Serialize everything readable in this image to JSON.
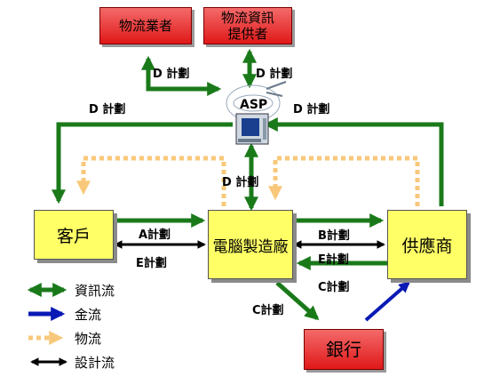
{
  "nodes": {
    "logistics_provider": "物流業者",
    "logistics_info_line1": "物流資訊",
    "logistics_info_line2": "提供者",
    "asp": "ASP",
    "customer": "客戶",
    "manufacturer": "電腦製造廠",
    "supplier": "供應商",
    "bank": "銀行"
  },
  "edge_labels": {
    "d_logistics": "D 計劃",
    "d_info": "D 計劃",
    "d_customer": "D 計劃",
    "d_supplier": "D 計劃",
    "d_manufacturer": "D 計劃",
    "a": "A計劃",
    "e_customer": "E計劃",
    "b": "B計劃",
    "e_supplier": "E計劃",
    "c_supplier": "C計劃",
    "c_bank": "C計劃"
  },
  "legend": [
    {
      "label": "資訊流",
      "color": "#1a7a1a",
      "icon": "double-arrow-green"
    },
    {
      "label": "金流",
      "color": "#0a1ab4",
      "icon": "arrow-blue"
    },
    {
      "label": "物流",
      "color": "#f8c87a",
      "icon": "dotted-arrow-orange"
    },
    {
      "label": "設計流",
      "color": "#000000",
      "icon": "double-arrow-black"
    }
  ],
  "colors": {
    "info_flow": "#1a7a1a",
    "money_flow": "#0a1ab4",
    "logistics_flow": "#f8c87a",
    "design_flow": "#000000",
    "red_box": "#e01818",
    "yellow_box": "#ffff66"
  }
}
